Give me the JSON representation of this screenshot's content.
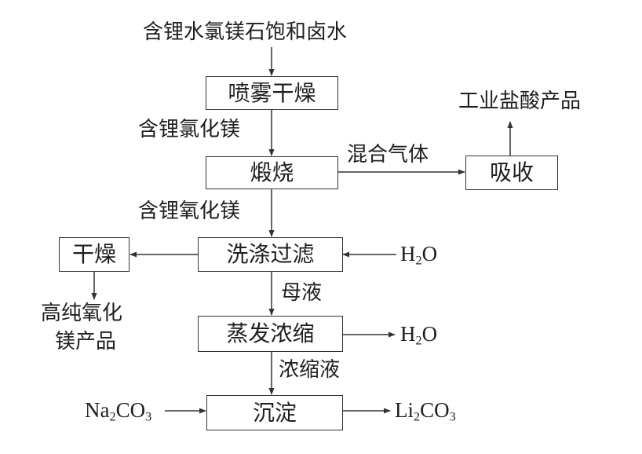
{
  "colors": {
    "line": "#333333",
    "text": "#1f1f1f",
    "box_border": "#333333"
  },
  "title_source": "含锂水氯镁石饱和卤水",
  "nodes": {
    "spray_dry": "喷雾干燥",
    "calcine": "煅烧",
    "absorb": "吸收",
    "wash_filter": "洗涤过滤",
    "dry": "干燥",
    "evaporate": "蒸发浓缩",
    "precipitate": "沉淀"
  },
  "edge_labels": {
    "li_mg_chloride": "含锂氯化镁",
    "mixed_gas": "混合气体",
    "industrial_hcl": "工业盐酸产品",
    "li_mg_oxide": "含锂氧化镁",
    "mother_liquor": "母液",
    "concentrate": "浓缩液",
    "mgo_product_line1": "高纯氧化",
    "mgo_product_line2": "镁产品"
  },
  "chem": {
    "water_in": {
      "a": "H",
      "sub": "2",
      "b": "O"
    },
    "water_out": {
      "a": "H",
      "sub": "2",
      "b": "O"
    },
    "na2co3": {
      "a": "Na",
      "sub": "2",
      "b": "CO",
      "sub2": "3"
    },
    "li2co3": {
      "a": "Li",
      "sub": "2",
      "b": "CO",
      "sub2": "3"
    }
  }
}
